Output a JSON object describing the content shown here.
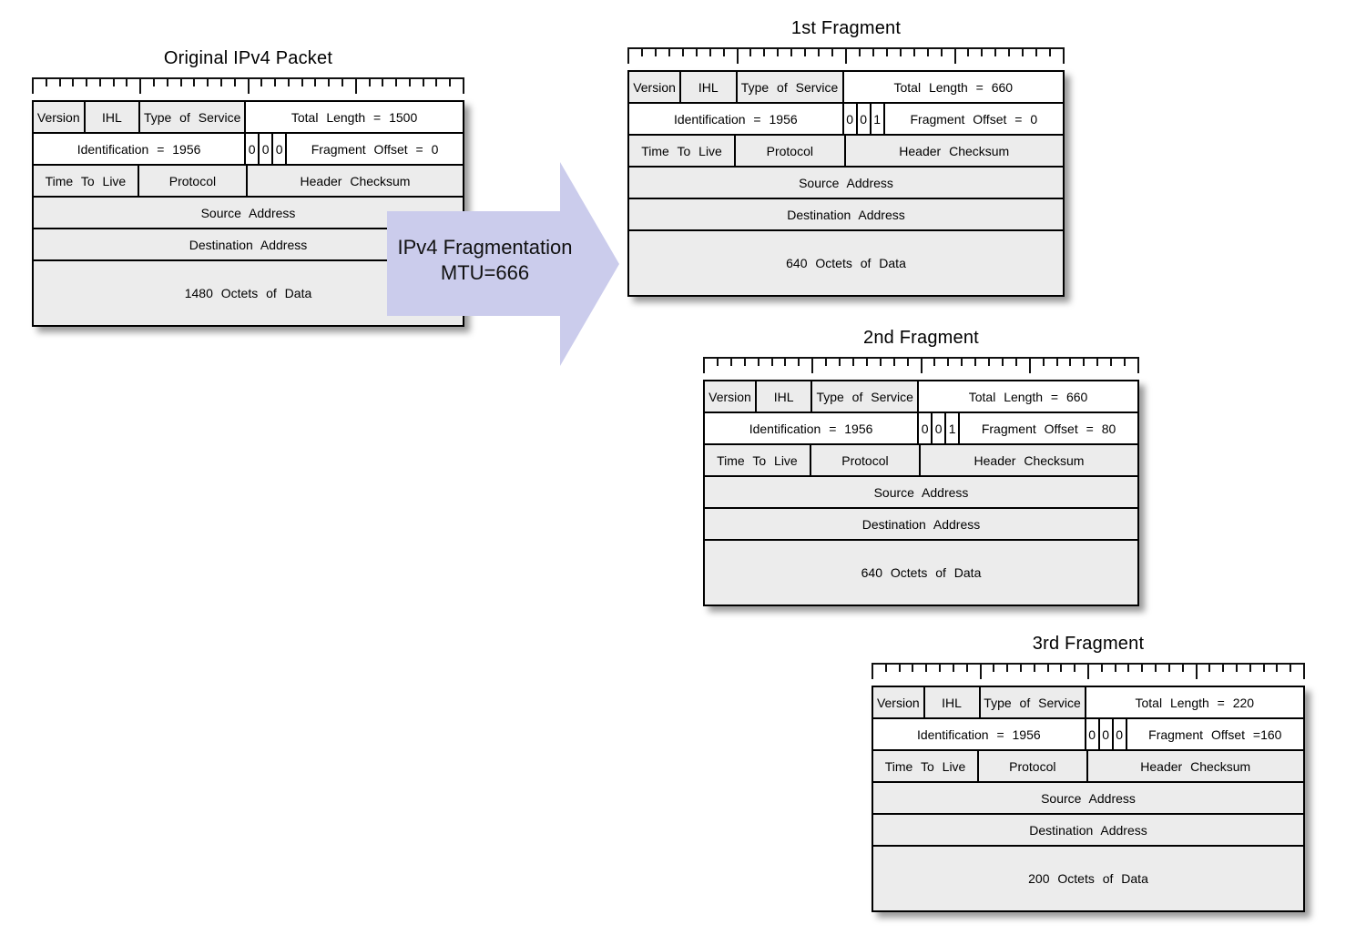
{
  "diagram": {
    "arrow": {
      "line1": "IPv4 Fragmentation",
      "line2": "MTU=666",
      "fill": "#cbccec"
    },
    "colors": {
      "page_background": "#ffffff",
      "cell_shaded": "#ececec",
      "cell_white": "#ffffff",
      "border": "#000000",
      "arrow_fill": "#cbccec"
    },
    "packets": [
      {
        "title": "Original IPv4 Packet",
        "version": "Version",
        "ihl": "IHL",
        "tos": "Type of Service",
        "total_length": "Total Length = 1500",
        "identification": "Identification = 1956",
        "flags": [
          "0",
          "0",
          "0"
        ],
        "fragment_offset": "Fragment Offset = 0",
        "ttl": "Time To Live",
        "protocol": "Protocol",
        "header_checksum": "Header Checksum",
        "source": "Source Address",
        "destination": "Destination Address",
        "data": "1480 Octets of Data"
      },
      {
        "title": "1st Fragment",
        "version": "Version",
        "ihl": "IHL",
        "tos": "Type of Service",
        "total_length": "Total Length = 660",
        "identification": "Identification = 1956",
        "flags": [
          "0",
          "0",
          "1"
        ],
        "fragment_offset": "Fragment Offset = 0",
        "ttl": "Time To Live",
        "protocol": "Protocol",
        "header_checksum": "Header Checksum",
        "source": "Source Address",
        "destination": "Destination Address",
        "data": "640 Octets of Data"
      },
      {
        "title": "2nd Fragment",
        "version": "Version",
        "ihl": "IHL",
        "tos": "Type of Service",
        "total_length": "Total Length = 660",
        "identification": "Identification = 1956",
        "flags": [
          "0",
          "0",
          "1"
        ],
        "fragment_offset": "Fragment Offset = 80",
        "ttl": "Time To Live",
        "protocol": "Protocol",
        "header_checksum": "Header Checksum",
        "source": "Source Address",
        "destination": "Destination Address",
        "data": "640 Octets of Data"
      },
      {
        "title": "3rd Fragment",
        "version": "Version",
        "ihl": "IHL",
        "tos": "Type of Service",
        "total_length": "Total Length = 220",
        "identification": "Identification = 1956",
        "flags": [
          "0",
          "0",
          "0"
        ],
        "fragment_offset": "Fragment Offset =160",
        "ttl": "Time To Live",
        "protocol": "Protocol",
        "header_checksum": "Header Checksum",
        "source": "Source Address",
        "destination": "Destination Address",
        "data": "200 Octets of Data"
      }
    ]
  }
}
